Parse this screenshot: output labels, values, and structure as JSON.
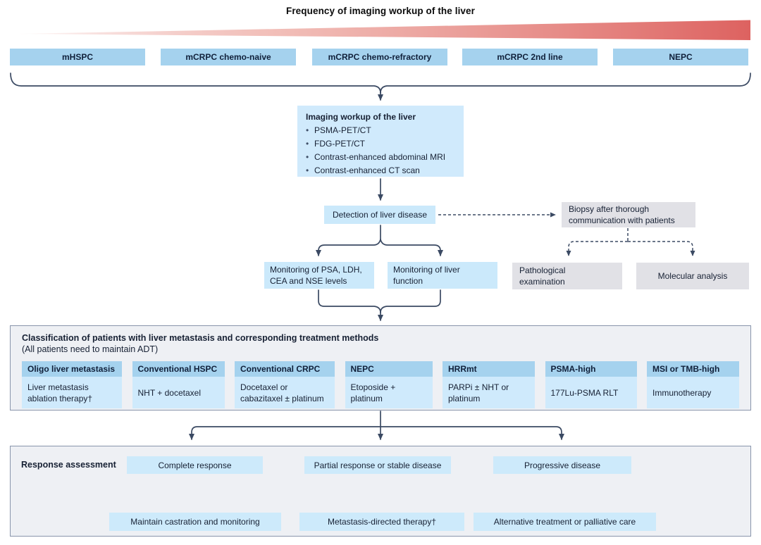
{
  "title": "Frequency of imaging workup of the liver",
  "stages": [
    "mHSPC",
    "mCRPC chemo-naive",
    "mCRPC chemo-refractory",
    "mCRPC 2nd line",
    "NEPC"
  ],
  "imaging_workup": {
    "title": "Imaging workup of the liver",
    "bullets": [
      "PSMA-PET/CT",
      "FDG-PET/CT",
      "Contrast-enhanced abdominal MRI",
      "Contrast-enhanced CT scan"
    ]
  },
  "detection_label": "Detection of liver disease",
  "biopsy_label": "Biopsy after thorough\ncommunication with patients",
  "monitoring_left": "Monitoring of PSA, LDH,\nCEA and NSE levels",
  "monitoring_right": "Monitoring of liver\nfunction",
  "pathological_label": "Pathological\nexamination",
  "molecular_label": "Molecular analysis",
  "classification": {
    "title": "Classification of patients with liver metastasis and corresponding treatment methods",
    "subtitle": "(All patients need to maintain ADT)",
    "columns": [
      {
        "header": "Oligo liver metastasis",
        "body": "Liver metastasis\nablation therapy†"
      },
      {
        "header": "Conventional HSPC",
        "body": "NHT + docetaxel"
      },
      {
        "header": "Conventional CRPC",
        "body": "Docetaxel or\ncabazitaxel ± platinum"
      },
      {
        "header": "NEPC",
        "body": "Etoposide +\nplatinum"
      },
      {
        "header": "HRRmt",
        "body": "PARPi ± NHT or\nplatinum"
      },
      {
        "header": "PSMA-high",
        "body": "177Lu-PSMA RLT"
      },
      {
        "header": "MSI or TMB-high",
        "body": "Immunotherapy"
      }
    ]
  },
  "response": {
    "label": "Response assessment",
    "options": [
      "Complete response",
      "Partial response or stable disease",
      "Progressive disease"
    ],
    "outcomes": [
      "Maintain castration and monitoring",
      "Metastasis-directed therapy†",
      "Alternative treatment or palliative care"
    ]
  },
  "colors": {
    "header_blue": "#a5d2ee",
    "light_blue": "#cfeafc",
    "gray_box": "#e1e1e6",
    "panel_bg": "#eef0f4",
    "panel_border": "#8995ab",
    "connector": "#3b4a63",
    "wedge_red": "#dd6260"
  }
}
